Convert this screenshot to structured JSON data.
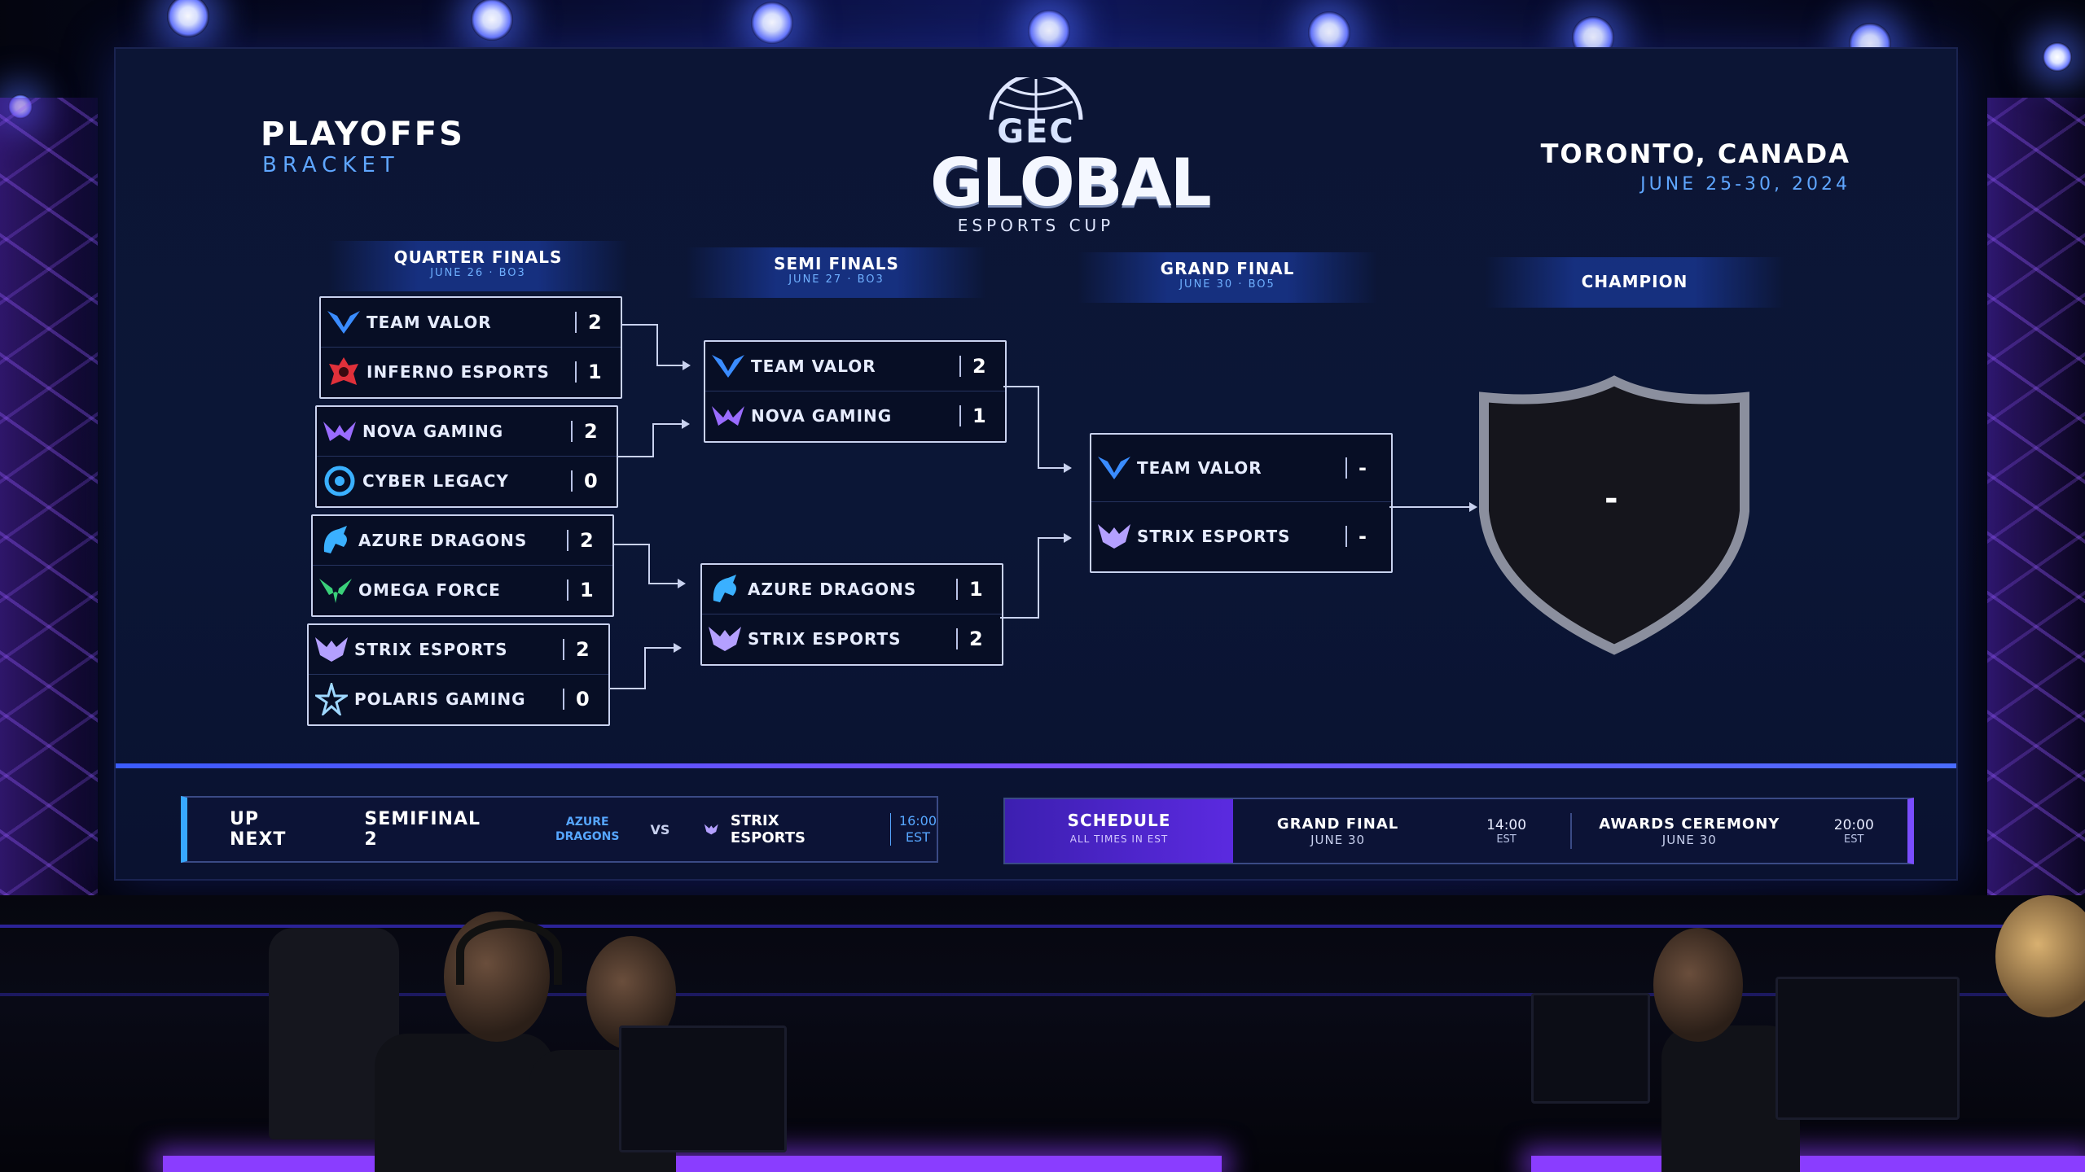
{
  "header": {
    "title": "PLAYOFFS",
    "subtitle": "BRACKET",
    "logo_gec": "GEC",
    "logo_global": "GLOBAL",
    "logo_cup": "ESPORTS CUP",
    "location": "TORONTO, CANADA",
    "dates": "JUNE 25-30, 2024"
  },
  "rounds": [
    {
      "name": "QUARTER FINALS",
      "schedule": "JUNE 26 · BO3"
    },
    {
      "name": "SEMI FINALS",
      "schedule": "JUNE 27 · BO3"
    },
    {
      "name": "GRAND FINAL",
      "schedule": "JUNE 30 · BO5"
    },
    {
      "name": "CHAMPION",
      "schedule": ""
    }
  ],
  "quarterfinals": [
    {
      "teams": [
        {
          "name": "TEAM VALOR",
          "score": "2",
          "icon": "valor-wings-icon",
          "color": "#3a8cff"
        },
        {
          "name": "INFERNO ESPORTS",
          "score": "1",
          "icon": "inferno-demon-icon",
          "color": "#e0303a"
        }
      ]
    },
    {
      "teams": [
        {
          "name": "NOVA GAMING",
          "score": "2",
          "icon": "nova-bird-icon",
          "color": "#9a6cff"
        },
        {
          "name": "CYBER LEGACY",
          "score": "0",
          "icon": "cyber-eye-icon",
          "color": "#3ab0ff"
        }
      ]
    },
    {
      "teams": [
        {
          "name": "AZURE DRAGONS",
          "score": "2",
          "icon": "dragon-icon",
          "color": "#3ab0ff"
        },
        {
          "name": "OMEGA FORCE",
          "score": "1",
          "icon": "omega-wings-icon",
          "color": "#3ad07a"
        }
      ]
    },
    {
      "teams": [
        {
          "name": "STRIX ESPORTS",
          "score": "2",
          "icon": "strix-owl-icon",
          "color": "#b4a0ff"
        },
        {
          "name": "POLARIS GAMING",
          "score": "0",
          "icon": "polaris-star-icon",
          "color": "#9fd8ff"
        }
      ]
    }
  ],
  "semifinals": [
    {
      "teams": [
        {
          "name": "TEAM VALOR",
          "score": "2",
          "icon": "valor-wings-icon",
          "color": "#3a8cff"
        },
        {
          "name": "NOVA GAMING",
          "score": "1",
          "icon": "nova-bird-icon",
          "color": "#9a6cff"
        }
      ]
    },
    {
      "teams": [
        {
          "name": "AZURE DRAGONS",
          "score": "1",
          "icon": "dragon-icon",
          "color": "#3ab0ff"
        },
        {
          "name": "STRIX ESPORTS",
          "score": "2",
          "icon": "strix-owl-icon",
          "color": "#b4a0ff"
        }
      ]
    }
  ],
  "grandfinal": {
    "teams": [
      {
        "name": "TEAM VALOR",
        "score": "-",
        "icon": "valor-wings-icon",
        "color": "#3a8cff"
      },
      {
        "name": "STRIX ESPORTS",
        "score": "-",
        "icon": "strix-owl-icon",
        "color": "#b4a0ff"
      }
    ]
  },
  "champion": {
    "value": "-"
  },
  "up_next": {
    "label": "UP NEXT",
    "match": "SEMIFINAL 2",
    "team_a_line1": "AZURE",
    "team_a_line2": "DRAGONS",
    "vs": "VS",
    "team_b": "STRIX ESPORTS",
    "time": "16:00",
    "tz": "EST"
  },
  "schedule": {
    "title": "SCHEDULE",
    "note": "ALL TIMES IN EST",
    "items": [
      {
        "name": "GRAND FINAL",
        "date": "JUNE 30",
        "time": "14:00",
        "tz": "EST"
      },
      {
        "name": "AWARDS CEREMONY",
        "date": "JUNE 30",
        "time": "20:00",
        "tz": "EST"
      }
    ]
  },
  "colors": {
    "accent_blue": "#56a6ff",
    "accent_purple": "#7a4dff",
    "screen_bg": "#0b1636"
  }
}
